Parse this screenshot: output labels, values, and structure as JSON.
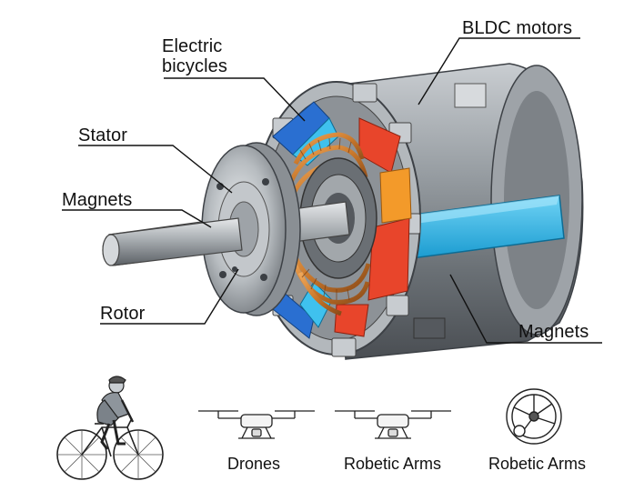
{
  "callouts": {
    "electric_bicycles_line1": "Electric",
    "electric_bicycles_line2": "bicycles",
    "bldc_motors": "BLDC motors",
    "stator": "Stator",
    "magnets_left": "Magnets",
    "rotor": "Rotor",
    "magnets_right": "Magnets"
  },
  "applications": [
    {
      "label": "",
      "icon": "cyclist-icon"
    },
    {
      "label": "Drones",
      "icon": "drone-icon"
    },
    {
      "label": "Robetic Arms",
      "icon": "drone-icon"
    },
    {
      "label": "Robetic Arms",
      "icon": "robot-wheel-icon"
    }
  ],
  "colors": {
    "housing": "#8f9499",
    "housing_dark": "#4d5156",
    "copper": "#c9782c",
    "red_magnet": "#e8452b",
    "orange_magnet": "#f39a2a",
    "cyan_magnet": "#2fb3e6",
    "blue_segment": "#2a6fd1"
  }
}
